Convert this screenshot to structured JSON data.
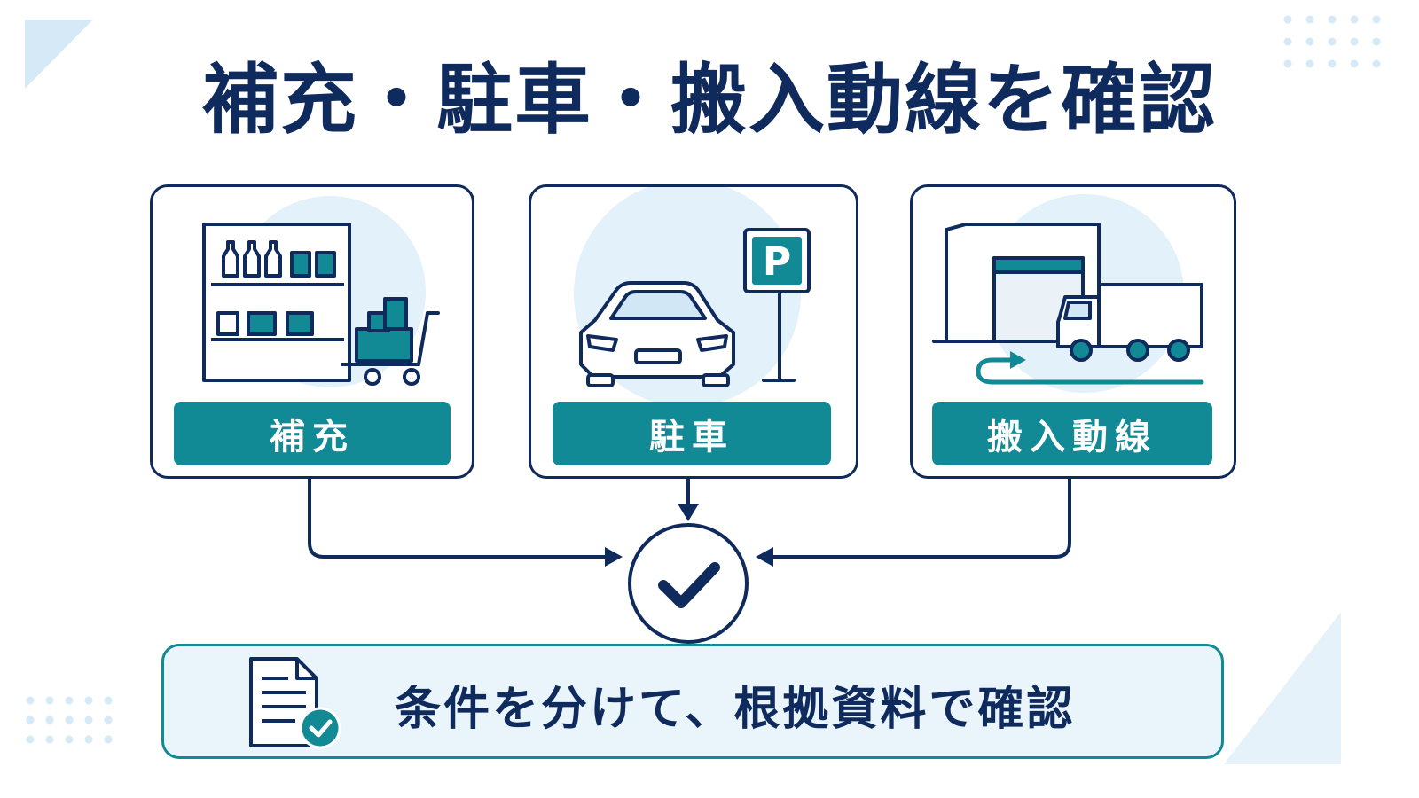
{
  "title": "補充・駐車・搬入動線を確認",
  "cards": [
    {
      "label": "補充",
      "icon": "shelf-cart-icon"
    },
    {
      "label": "駐車",
      "icon": "car-parking-icon",
      "sign_letter": "P"
    },
    {
      "label": "搬入動線",
      "icon": "warehouse-truck-icon"
    }
  ],
  "center_icon": "checkmark-icon",
  "footer": {
    "text": "条件を分けて、根拠資料で確認",
    "icon": "document-check-icon"
  },
  "colors": {
    "navy": "#0f2a5c",
    "teal": "#128a96",
    "light": "#e3f1fb",
    "background": "#ffffff"
  }
}
